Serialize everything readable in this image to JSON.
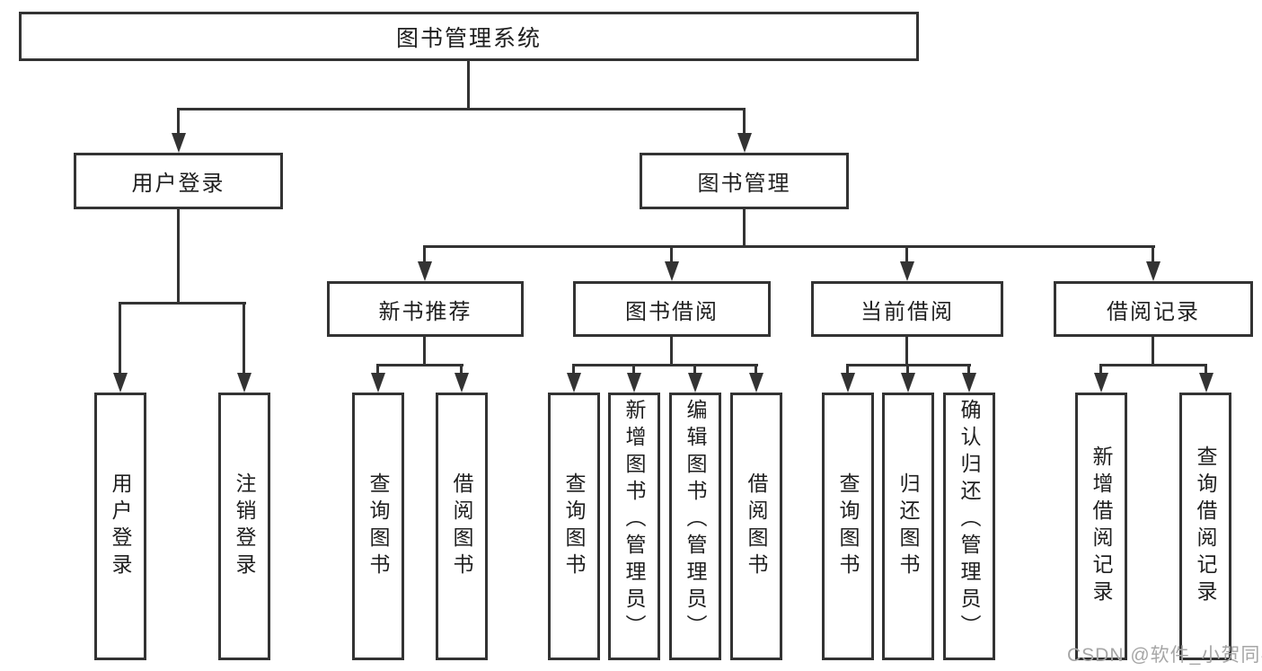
{
  "diagram": {
    "root": "图书管理系统",
    "user_branch": {
      "label": "用户登录",
      "children": [
        "用户登录",
        "注销登录"
      ]
    },
    "mgmt_branch": {
      "label": "图书管理",
      "groups": [
        {
          "label": "新书推荐",
          "children": [
            "查询图书",
            "借阅图书"
          ]
        },
        {
          "label": "图书借阅",
          "children": [
            "查询图书",
            "新增图书（管理员）",
            "编辑图书（管理员）",
            "借阅图书"
          ]
        },
        {
          "label": "当前借阅",
          "children": [
            "查询图书",
            "归还图书",
            "确认归还（管理员）"
          ]
        },
        {
          "label": "借阅记录",
          "children": [
            "新增借阅记录",
            "查询借阅记录"
          ]
        }
      ]
    },
    "colors": {
      "line": "#333333",
      "text": "#1f1f1f",
      "background": "#ffffff",
      "watermark": "#a6a6a6"
    }
  },
  "watermark": "CSDN @软件_小贺同学"
}
